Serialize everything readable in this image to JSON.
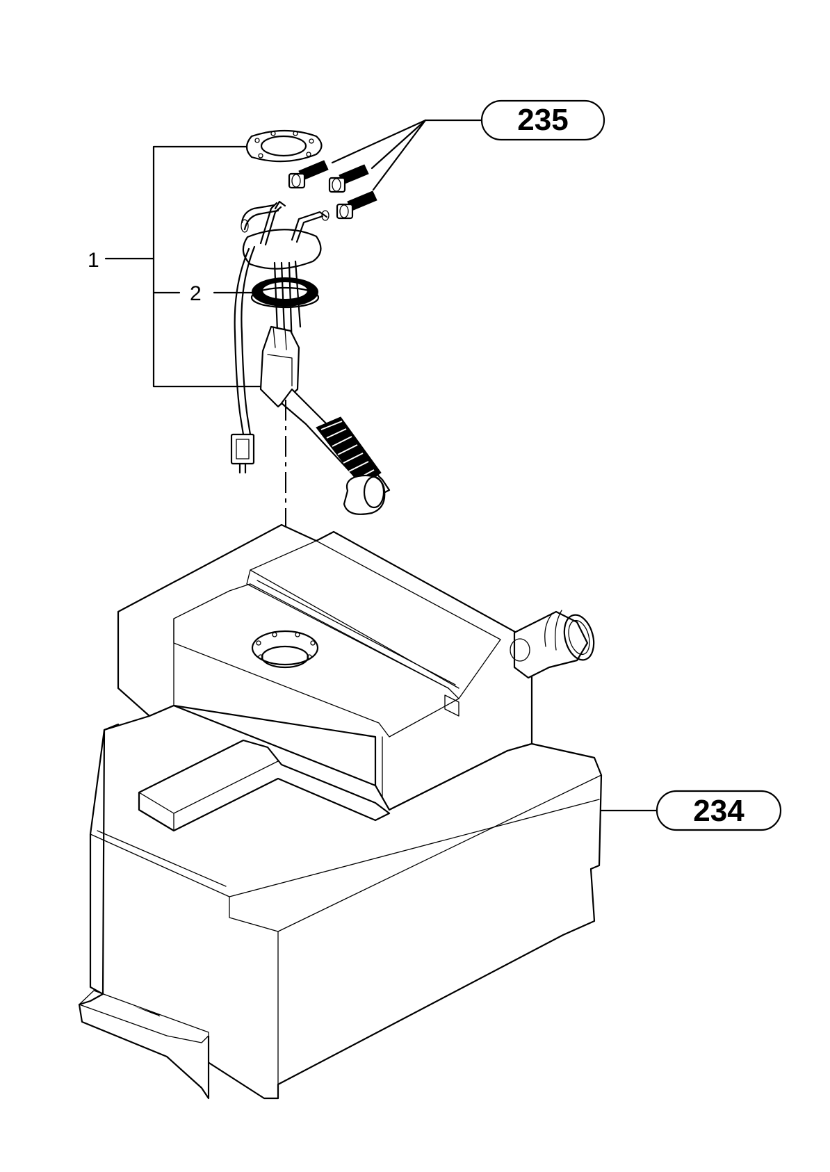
{
  "callouts": {
    "upper": "235",
    "lower": "234"
  },
  "labels": {
    "item1": "1",
    "item2": "2"
  }
}
